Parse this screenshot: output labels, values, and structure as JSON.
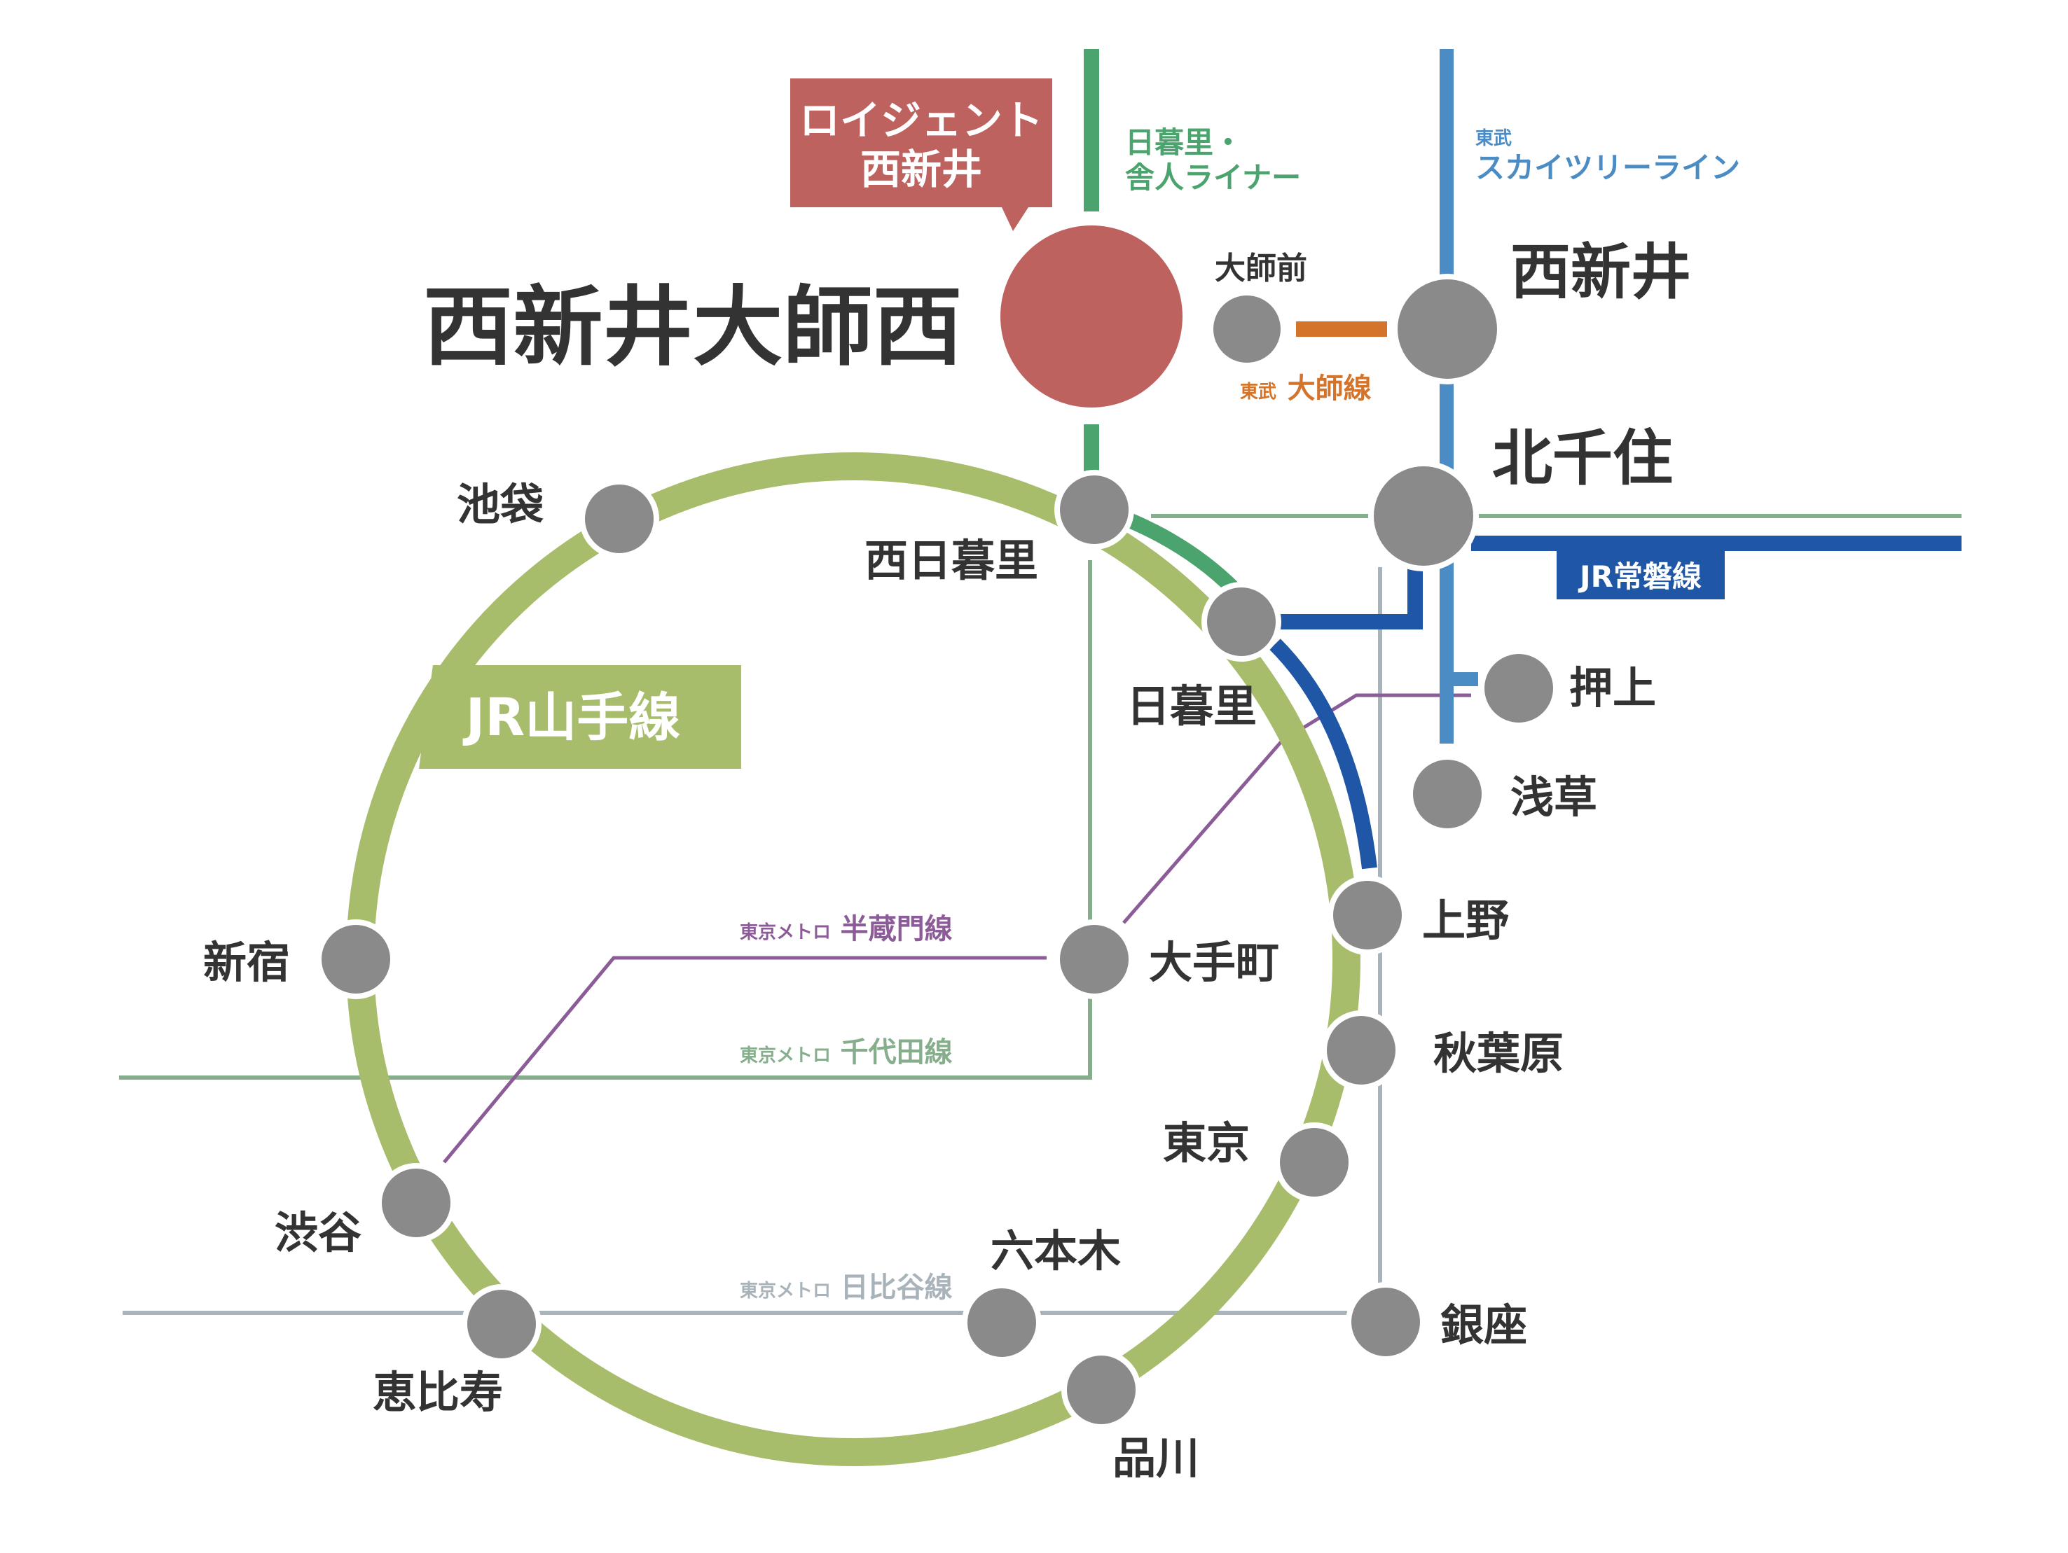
{
  "colors": {
    "yamanote": "#a7bd6c",
    "nippori_toneri": "#4ba36d",
    "skytree": "#4b8cc4",
    "daishi": "#d4742b",
    "joban": "#1f56a5",
    "hanzomon": "#8b5c97",
    "chiyoda": "#86ad8c",
    "hibiya": "#a9b3ba",
    "highlight": "#be625f",
    "station": "#8a8a8a",
    "text": "#333333"
  },
  "callout": {
    "line1": "ロイジェント",
    "line2": "西新井"
  },
  "highlight_station": "西新井大師西",
  "lines": {
    "nippori_toneri": {
      "line1": "日暮里・",
      "line2": "舎人ライナー"
    },
    "skytree": {
      "operator": "東武",
      "name": "スカイツリーライン"
    },
    "daishi": {
      "operator": "東武",
      "name": "大師線"
    },
    "joban": {
      "name": "JR常磐線"
    },
    "yamanote": {
      "name": "JR山手線"
    },
    "hanzomon": {
      "operator": "東京メトロ",
      "name": "半蔵門線"
    },
    "chiyoda": {
      "operator": "東京メトロ",
      "name": "千代田線"
    },
    "hibiya": {
      "operator": "東京メトロ",
      "name": "日比谷線"
    }
  },
  "stations": {
    "daishimae": "大師前",
    "nishiarai": "西新井",
    "kitasenju": "北千住",
    "ikebukuro": "池袋",
    "nishinippori": "西日暮里",
    "nippori": "日暮里",
    "oshiage": "押上",
    "asakusa": "浅草",
    "ueno": "上野",
    "shinjuku": "新宿",
    "otemachi": "大手町",
    "akihabara": "秋葉原",
    "tokyo": "東京",
    "shibuya": "渋谷",
    "roppongi": "六本木",
    "ginza": "銀座",
    "ebisu": "恵比寿",
    "shinagawa": "品川"
  }
}
